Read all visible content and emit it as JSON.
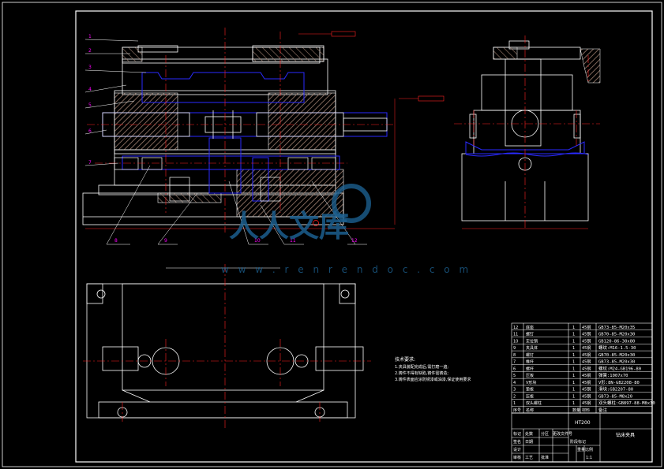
{
  "balloons": {
    "b1": "1",
    "b2": "2",
    "b3": "3",
    "b4": "4",
    "b5": "5",
    "b6": "6",
    "b7": "7",
    "b8": "8",
    "b9": "9",
    "b10": "10",
    "b11": "11",
    "b12": "12"
  },
  "tech_requirements": {
    "title": "技术要求:",
    "items": [
      "1.夹具装配完成后,需打磨一遍;",
      "2.铸件不得有缺陷,铸件需铸造;",
      "3.铸件表面应涂防锈漆或油漆,保证使用要求"
    ]
  },
  "bom": {
    "rows": [
      {
        "no": "12",
        "name": "底座",
        "qty": "1",
        "mat": "45钢",
        "std": "GB73-85-M20x35"
      },
      {
        "no": "11",
        "name": "螺钉",
        "qty": "1",
        "mat": "45钢",
        "std": "GB70-85-M20x30"
      },
      {
        "no": "10",
        "name": "定位销",
        "qty": "1",
        "mat": "45钢",
        "std": "GB120-86-30x80"
      },
      {
        "no": "9",
        "name": "夹具体",
        "qty": "1",
        "mat": "45钢",
        "std": "螺纹:M16-1.5-30"
      },
      {
        "no": "8",
        "name": "螺钉",
        "qty": "1",
        "mat": "45钢",
        "std": "GB70-85-M20x30"
      },
      {
        "no": "7",
        "name": "推杆",
        "qty": "1",
        "mat": "45钢",
        "std": "GB73-85-M20x30"
      },
      {
        "no": "6",
        "name": "螺杆",
        "qty": "1",
        "mat": "45钢",
        "std": "螺纹:M24-GB196-80"
      },
      {
        "no": "5",
        "name": "压板",
        "qty": "1",
        "mat": "45钢",
        "std": "弹簧:1007x70"
      },
      {
        "no": "4",
        "name": "V形块",
        "qty": "1",
        "mat": "45钢",
        "std": "V形:8N-GB2208-80"
      },
      {
        "no": "3",
        "name": "垫板",
        "qty": "1",
        "mat": "45钢",
        "std": "滑块:GB2207-80"
      },
      {
        "no": "2",
        "name": "压板",
        "qty": "1",
        "mat": "45钢",
        "std": "GB73-85-M8x20"
      },
      {
        "no": "1",
        "name": "双头螺柱",
        "qty": "1",
        "mat": "45钢",
        "std": "双头螺柱:GB897-88-M8x30"
      }
    ],
    "header": {
      "no": "序号",
      "name": "名称",
      "qty": "数量",
      "mat": "材料",
      "std": "备注"
    }
  },
  "title_block": {
    "drawing_name": "钻床夹具",
    "material": "HT200",
    "cells": [
      "标记",
      "处数",
      "分区",
      "更改文件号",
      "签名",
      "日期",
      "设计",
      "审核",
      "工艺",
      "批准",
      "阶段标记",
      "重量",
      "比例"
    ],
    "scale": "1:1"
  },
  "watermark": {
    "text": "人人文库",
    "url": "w w w . r e n r e n d o c . c o m"
  },
  "colors": {
    "background": "#000000",
    "outline": "#ffffff",
    "part": "#2a2aff",
    "center": "#ff2020",
    "hatch": "#a08070",
    "label": "#ff00ff"
  }
}
